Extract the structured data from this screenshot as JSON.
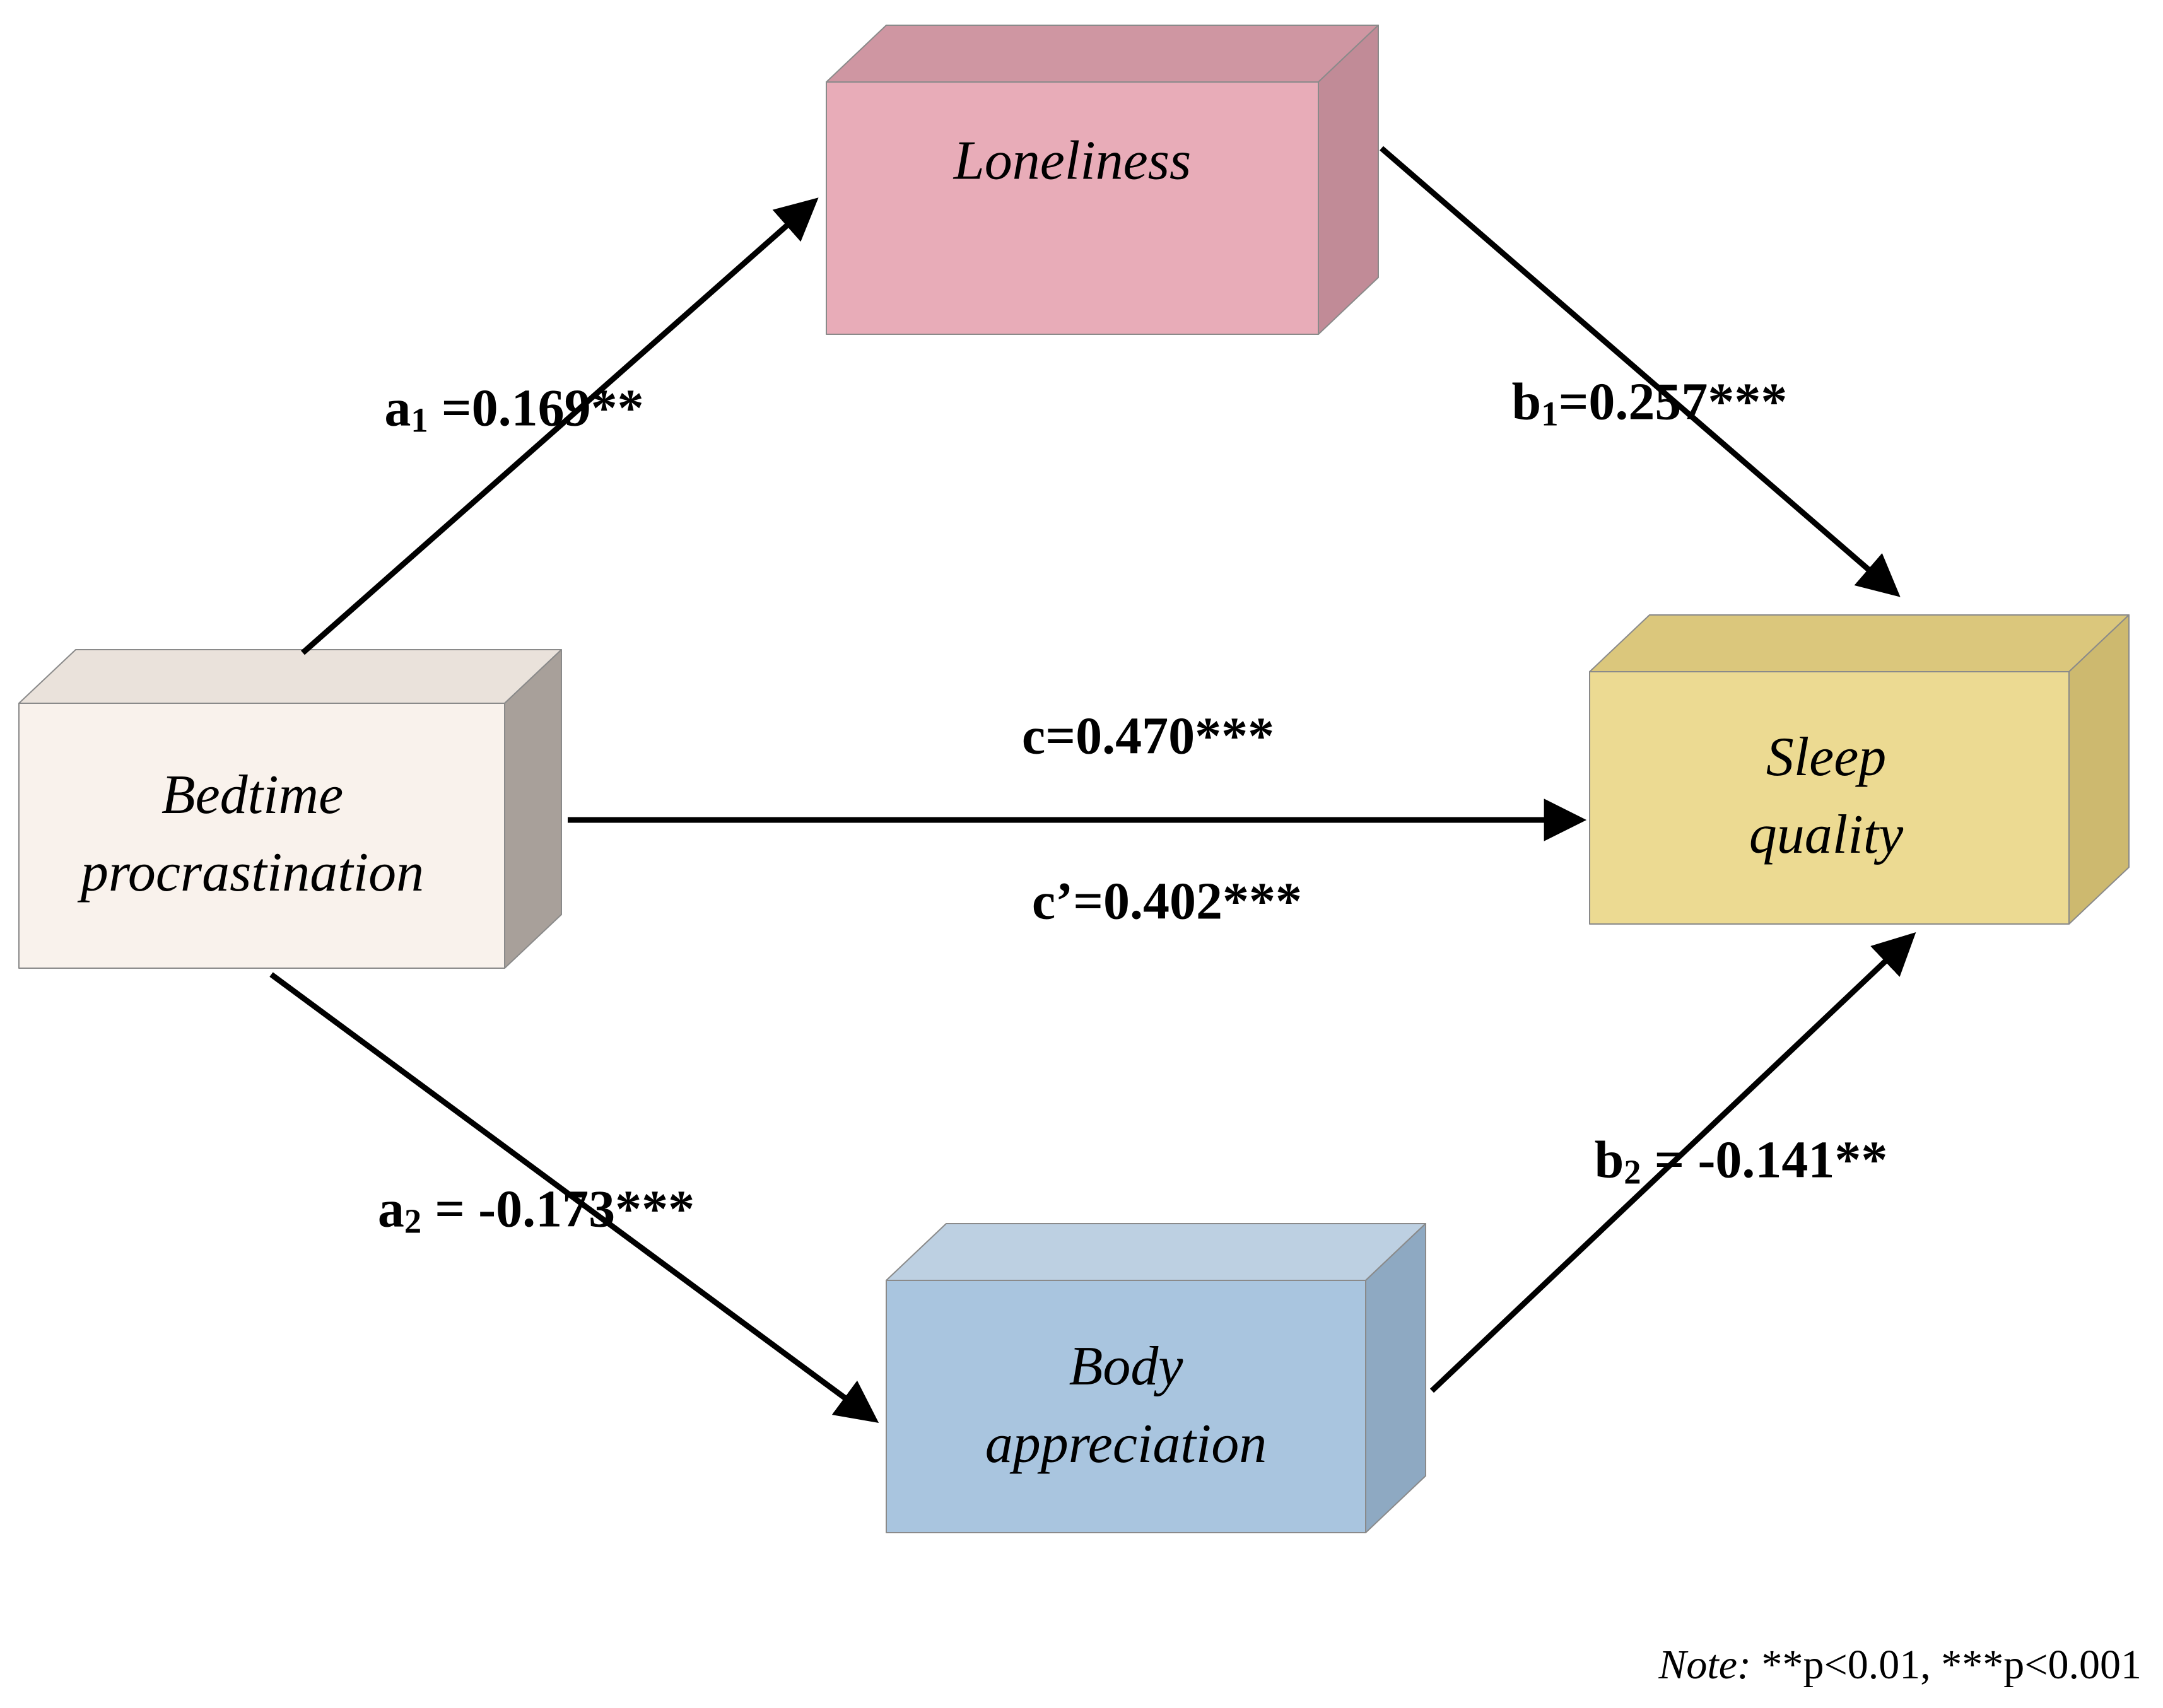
{
  "boxes": {
    "bedtime": {
      "line1": "Bedtime",
      "line2": "procrastination",
      "front": "#f9f2ec",
      "top": "#eae2db",
      "side": "#a8a09a"
    },
    "loneliness": {
      "label": "Loneliness",
      "front": "#e8acb8",
      "top": "#cf96a2",
      "side": "#c18b97"
    },
    "sleep": {
      "line1": "Sleep",
      "line2": "quality",
      "front": "#ecda92",
      "top": "#dbc77c",
      "side": "#cdb96f"
    },
    "body": {
      "line1": "Body",
      "line2": "appreciation",
      "front": "#a9c5df",
      "top": "#bdd0e2",
      "side": "#8ea9c2"
    }
  },
  "paths": {
    "a1": {
      "var": "a",
      "sub": "1",
      "rest": " =0.169**"
    },
    "b1": {
      "var": "b",
      "sub": "1",
      "rest": "=0.257***"
    },
    "c": {
      "var": "c",
      "sub": "",
      "rest": "=0.470***"
    },
    "c_prime": {
      "var": "c’",
      "sub": "",
      "rest": "=0.402***"
    },
    "a2": {
      "var": "a",
      "sub": "2",
      "rest": " = -0.173***"
    },
    "b2": {
      "var": "b",
      "sub": "2",
      "rest": " = -0.141**"
    }
  },
  "note": {
    "prefix": "Note:",
    "body": " **p<0.01, ***p<0.001"
  },
  "arrow_color": "#000000"
}
